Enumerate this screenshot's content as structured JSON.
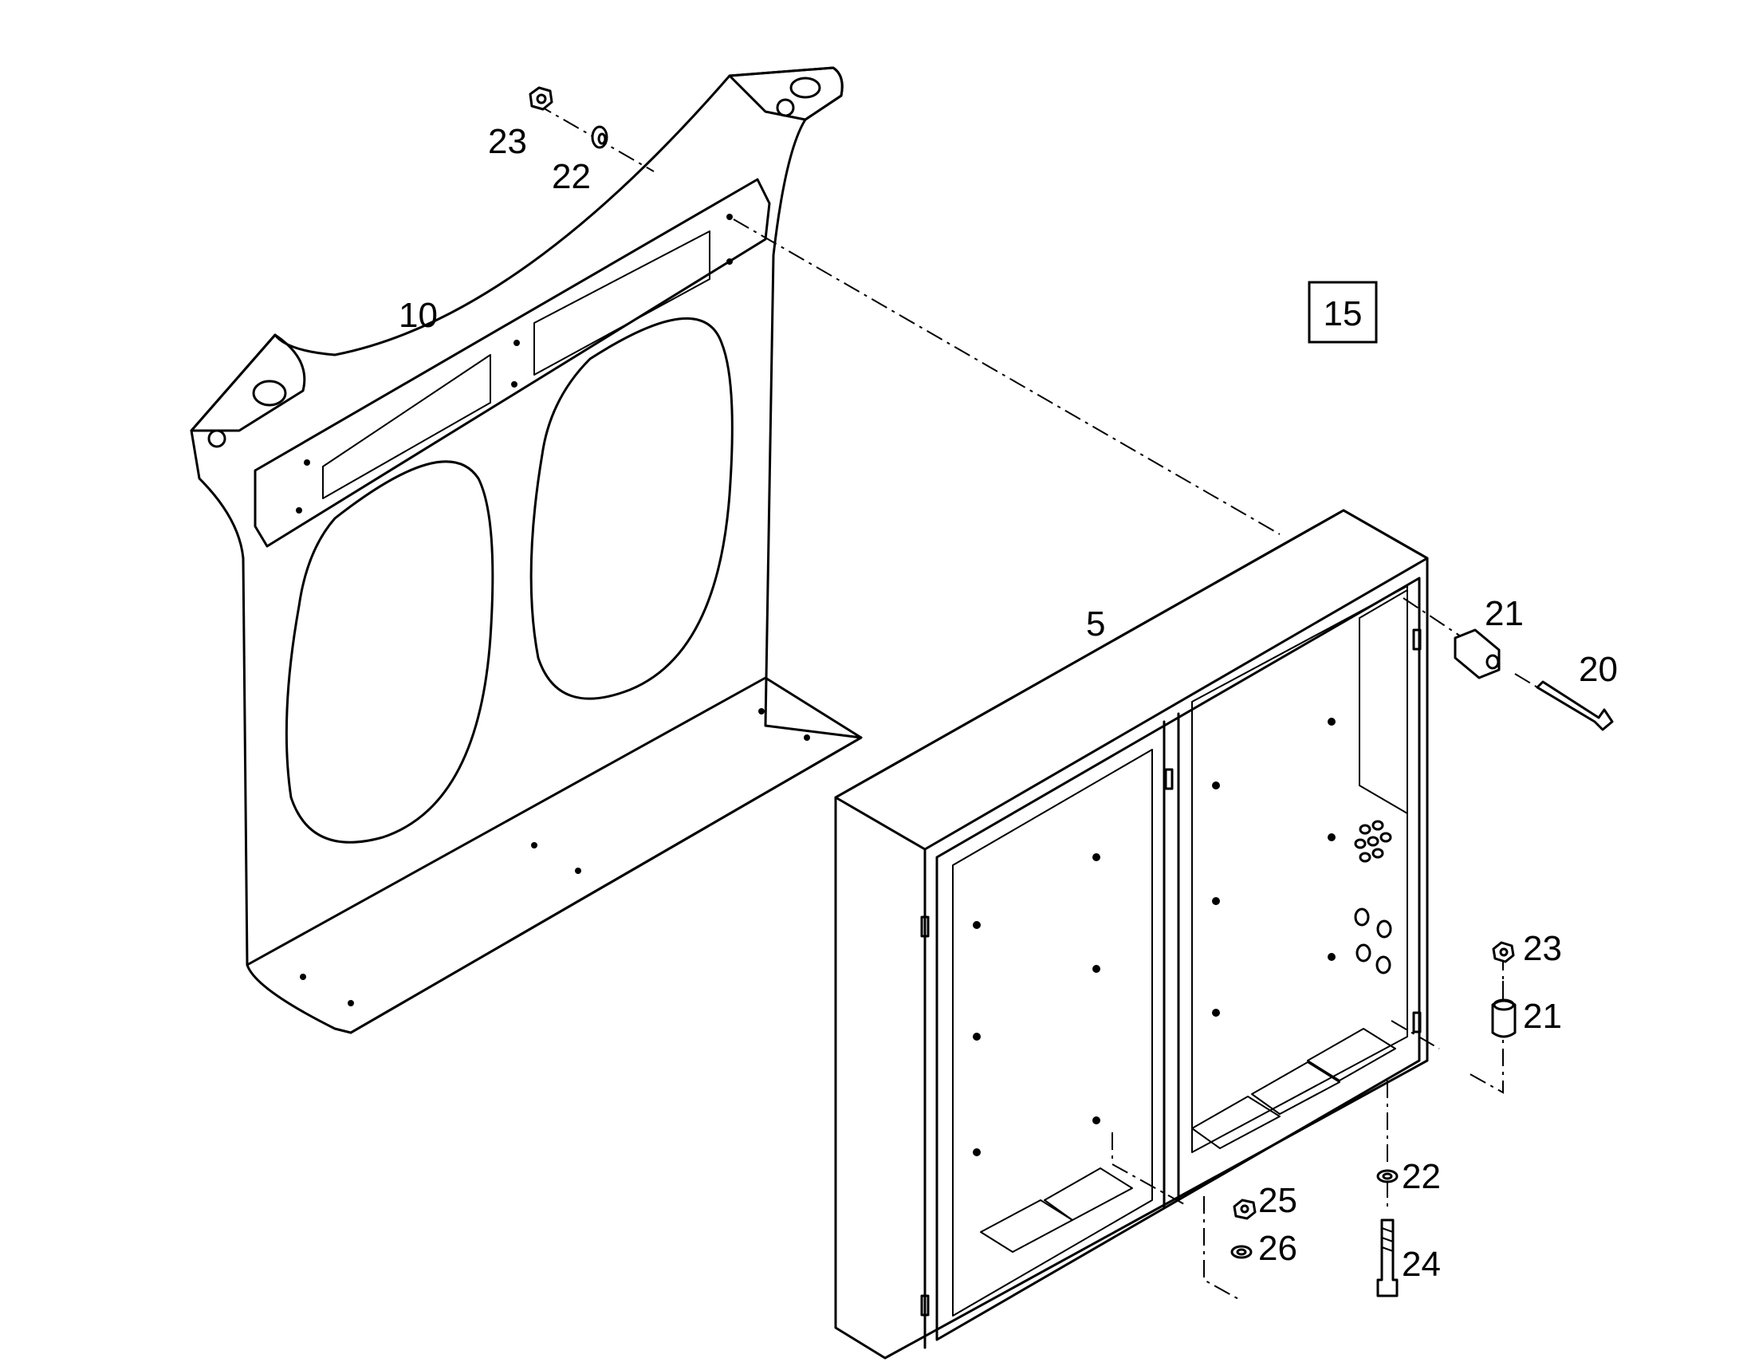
{
  "group_box": "15",
  "callouts": {
    "c10": "10",
    "c5": "5",
    "c23_top": "23",
    "c22_top": "22",
    "c21_top": "21",
    "c20": "20",
    "c23_right": "23",
    "c21_right": "21",
    "c22_bottom": "22",
    "c24": "24",
    "c25": "25",
    "c26": "26"
  }
}
